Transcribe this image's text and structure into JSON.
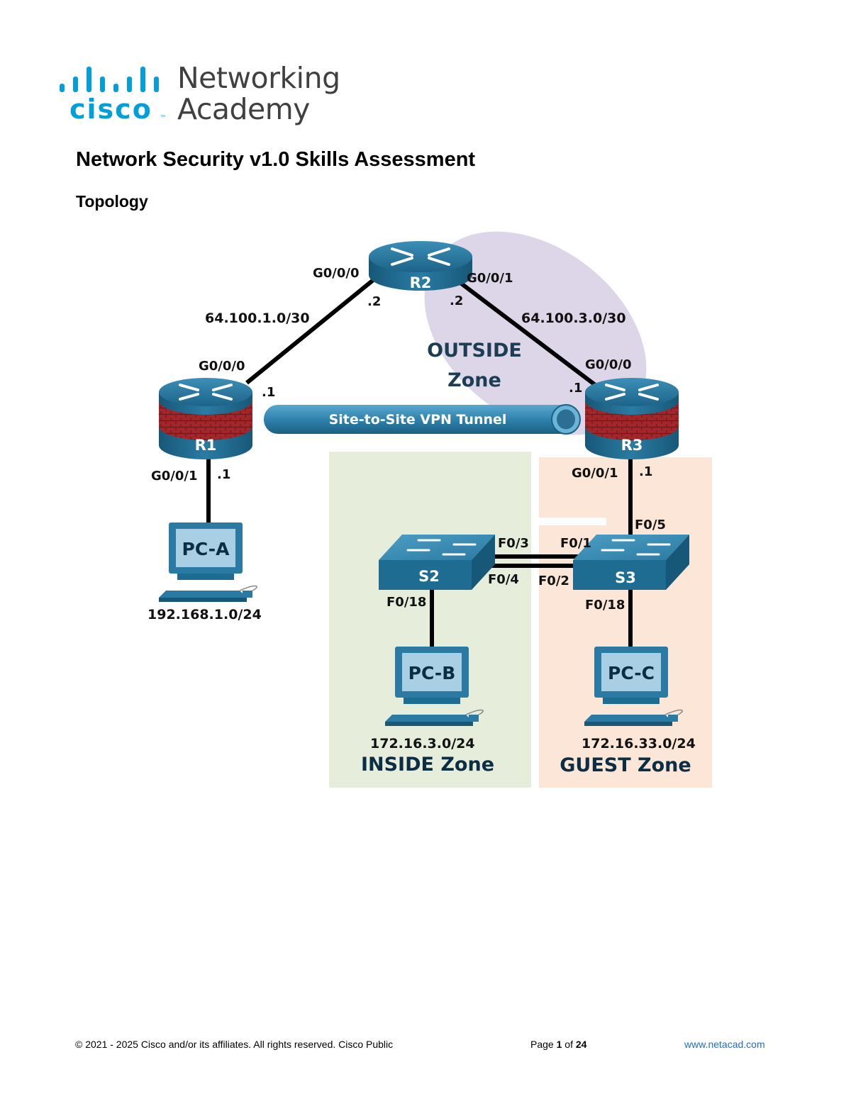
{
  "header": {
    "logo_wordmark": "cisco",
    "logo_line1": "Networking",
    "logo_line2": "Academy",
    "brand_color": "#049fd9"
  },
  "document": {
    "title": "Network Security v1.0 Skills Assessment",
    "section_heading": "Topology"
  },
  "topology": {
    "zones": {
      "outside": [
        "OUTSIDE",
        "Zone"
      ],
      "inside": "INSIDE Zone",
      "guest": "GUEST Zone"
    },
    "zone_colors": {
      "outside": "#dcd6e8",
      "inside": "#e6eedb",
      "guest": "#fbe6d8"
    },
    "devices": {
      "r1": "R1",
      "r2": "R2",
      "r3": "R3",
      "s2": "S2",
      "s3": "S3",
      "pc_a": "PC-A",
      "pc_b": "PC-B",
      "pc_c": "PC-C"
    },
    "tunnel_label": "Site-to-Site VPN Tunnel",
    "networks": {
      "r1_r2": "64.100.1.0/30",
      "r2_r3": "64.100.3.0/30",
      "lan_a": "192.168.1.0/24",
      "lan_b": "172.16.3.0/24",
      "lan_c": "172.16.33.0/24"
    },
    "interfaces": {
      "r2_g000": "G0/0/0",
      "r2_g001": "G0/0/1",
      "r2_left_host": ".2",
      "r2_right_host": ".2",
      "r1_g000": "G0/0/0",
      "r1_top_host": ".1",
      "r1_g001": "G0/0/1",
      "r1_bottom_host": ".1",
      "r3_g000": "G0/0/0",
      "r3_top_host": ".1",
      "r3_g001": "G0/0/1",
      "r3_bottom_host": ".1",
      "s3_f05": "F0/5",
      "s2_f03": "F0/3",
      "s2_f04": "F0/4",
      "s3_f01": "F0/1",
      "s3_f02": "F0/2",
      "s2_f018": "F0/18",
      "s3_f018": "F0/18"
    }
  },
  "footer": {
    "copyright": "© 2021 - 2025 Cisco and/or its affiliates. All rights reserved. Cisco Public",
    "page_prefix": "Page ",
    "page_current": "1",
    "page_middle": " of ",
    "page_total": "24",
    "website": "www.netacad.com"
  }
}
